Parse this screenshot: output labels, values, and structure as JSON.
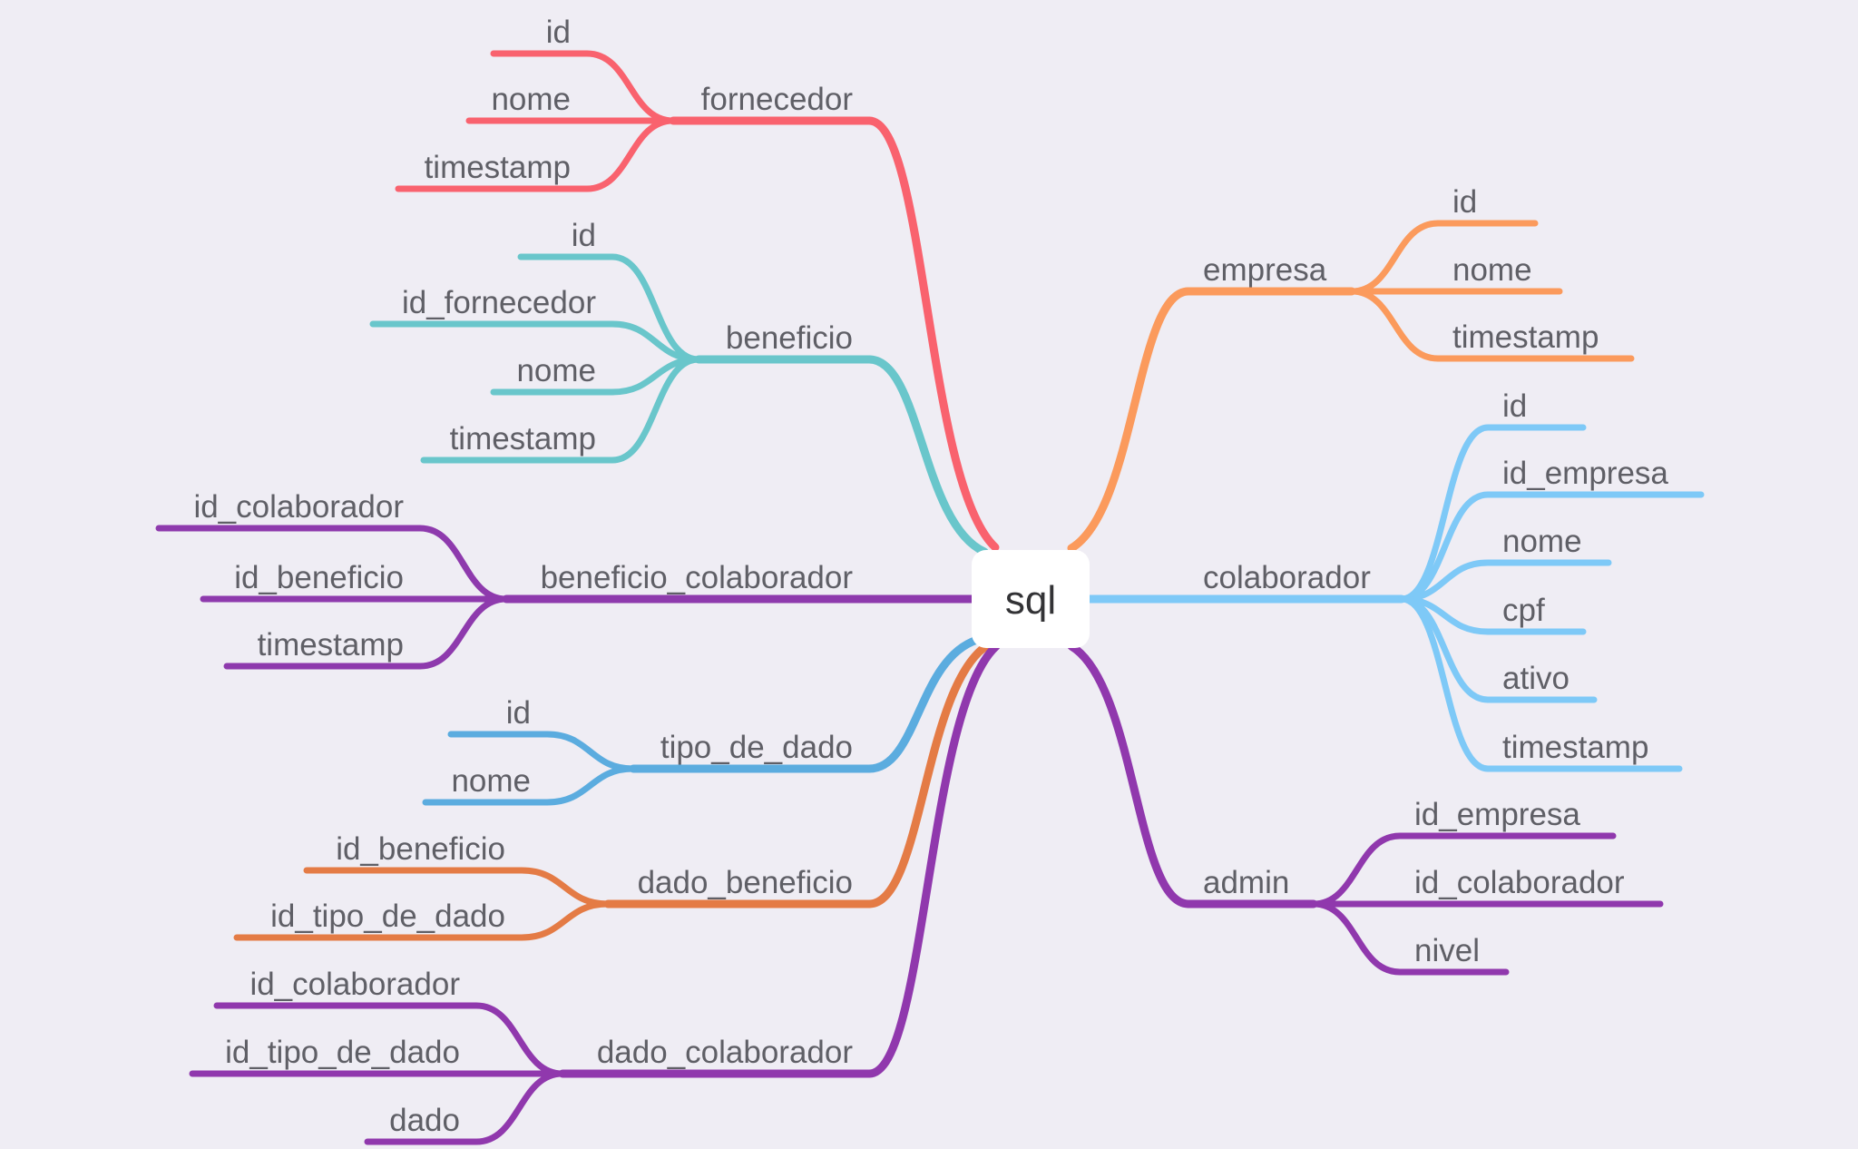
{
  "root": {
    "label": "sql"
  },
  "branches": [
    {
      "id": "fornecedor",
      "label": "fornecedor",
      "color": "#f9626e",
      "fields": [
        "id",
        "nome",
        "timestamp"
      ]
    },
    {
      "id": "beneficio",
      "label": "beneficio",
      "color": "#69c6cb",
      "fields": [
        "id",
        "id_fornecedor",
        "nome",
        "timestamp"
      ]
    },
    {
      "id": "beneficio_colaborador",
      "label": "beneficio_colaborador",
      "color": "#8e3aad",
      "fields": [
        "id_colaborador",
        "id_beneficio",
        "timestamp"
      ]
    },
    {
      "id": "tipo_de_dado",
      "label": "tipo_de_dado",
      "color": "#5bacdf",
      "fields": [
        "id",
        "nome"
      ]
    },
    {
      "id": "dado_beneficio",
      "label": "dado_beneficio",
      "color": "#e47b45",
      "fields": [
        "id_beneficio",
        "id_tipo_de_dado"
      ]
    },
    {
      "id": "dado_colaborador",
      "label": "dado_colaborador",
      "color": "#9038ad",
      "fields": [
        "id_colaborador",
        "id_tipo_de_dado",
        "dado"
      ]
    },
    {
      "id": "empresa",
      "label": "empresa",
      "color": "#fb9a5c",
      "fields": [
        "id",
        "nome",
        "timestamp"
      ]
    },
    {
      "id": "colaborador",
      "label": "colaborador",
      "color": "#7ec9f7",
      "fields": [
        "id",
        "id_empresa",
        "nome",
        "cpf",
        "ativo",
        "timestamp"
      ]
    },
    {
      "id": "admin",
      "label": "admin",
      "color": "#9038ad",
      "fields": [
        "id_empresa",
        "id_colaborador",
        "nivel"
      ]
    }
  ]
}
